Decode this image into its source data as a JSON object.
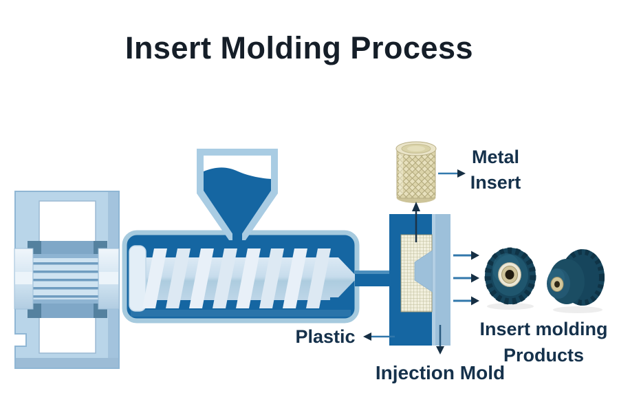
{
  "title": "Insert Molding Process",
  "labels": {
    "metal_insert": "Metal\nInsert",
    "plastic": "Plastic",
    "injection_mold": "Injection Mold",
    "products": "Insert molding\nProducts"
  },
  "diagram": {
    "parts": [
      "clamping-unit",
      "drive-motor",
      "hopper",
      "plastic-material",
      "injection-barrel",
      "reciprocating-screw",
      "nozzle",
      "injection-mold-fixed-half",
      "injection-mold-moving-half",
      "mold-cavity-mesh",
      "metal-insert-cylinder",
      "product-knob-front-view",
      "product-knob-side-view"
    ],
    "icons": [
      "arrow-up-mold-to-insert",
      "arrow-metal-insert-label",
      "arrow-mold-output-1",
      "arrow-mold-output-2",
      "arrow-mold-output-3",
      "arrow-plastic-label",
      "arrow-injection-mold-label"
    ],
    "colors": {
      "dark_blue": "#1566a2",
      "outline_blue": "#a6cadf",
      "pale_blue": "#b9d5e9",
      "mold_light": "#9dc0da",
      "mesh_cream": "#f2f0de",
      "brass": "#dcd4aa",
      "knob_teal": "#16455c",
      "text_navy": "#15314b",
      "arrow_blue": "#3279ad",
      "arrow_dark": "#162f44"
    }
  }
}
